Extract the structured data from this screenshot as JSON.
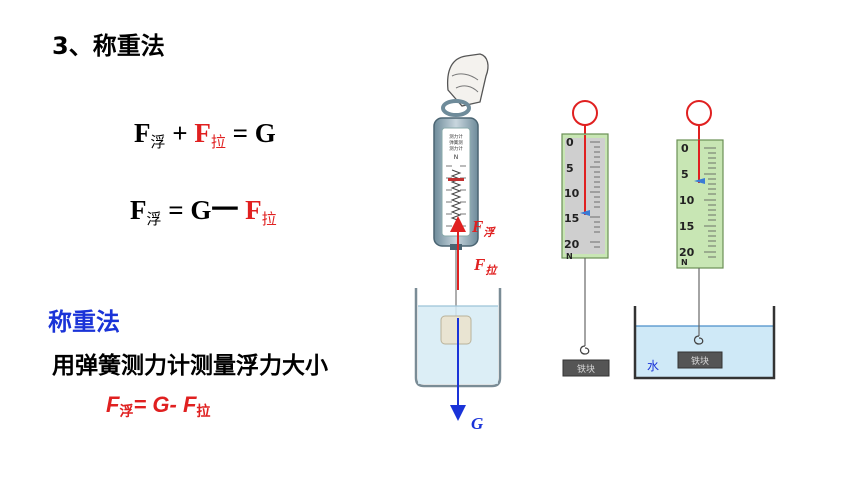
{
  "title": "3、称重法",
  "formula1": {
    "f": "F",
    "float": "浮",
    "plus": "+",
    "f2": "F",
    "pull": "拉",
    "eq": "= G"
  },
  "formula2": {
    "f": "F",
    "float": "浮",
    "eq": "= G一",
    "f2": "F",
    "pull": "拉"
  },
  "method_title": "称重法",
  "method_desc": "用弹簧测力计测量浮力大小",
  "formula3": {
    "f": "F",
    "float": "浮",
    "eq": "= G- F",
    "pull": "拉"
  },
  "diagram": {
    "label_f_float": "F浮",
    "label_f_pull": "F拉",
    "label_g": "G",
    "scale_ticks": [
      "0",
      "5",
      "10",
      "15",
      "20"
    ],
    "scale_unit": "N",
    "iron_block_label": "铁块",
    "water_label": "水",
    "meter_text": [
      "测力计",
      "弹簧测",
      "测力计"
    ]
  },
  "colors": {
    "red": "#e02020",
    "blue": "#1a33d8",
    "scale_green": "#c8e6b4"
  }
}
